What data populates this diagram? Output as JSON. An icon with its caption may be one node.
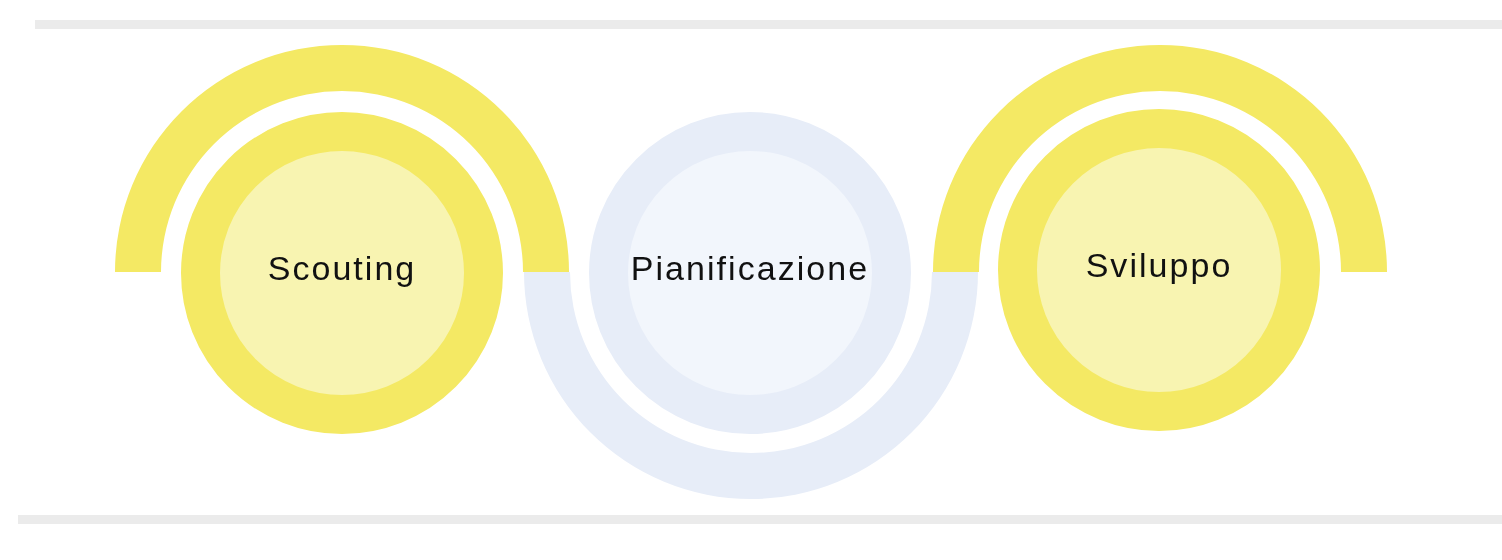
{
  "diagram": {
    "nodes": [
      {
        "text": [
          "Scouting"
        ]
      },
      {
        "text": [
          "Pianificazione"
        ]
      },
      {
        "text": [
          "Sviluppo"
        ]
      }
    ]
  }
}
